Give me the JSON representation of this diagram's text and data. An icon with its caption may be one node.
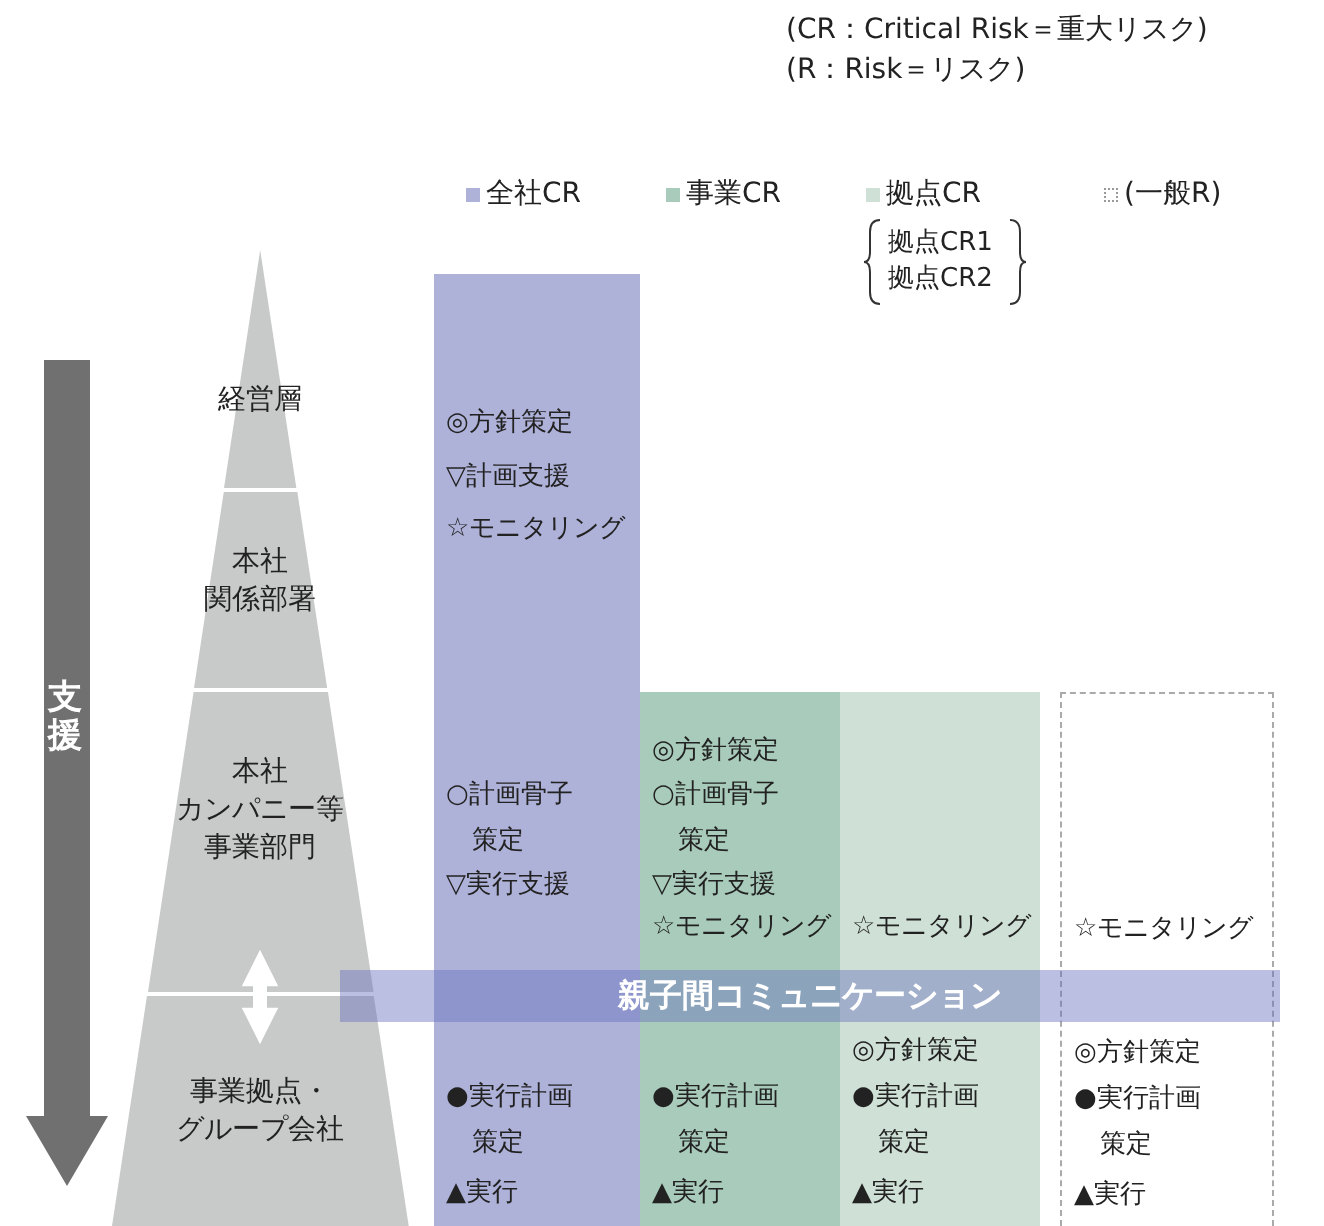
{
  "diagram": {
    "nodes": [
      {
        "text": [
          "経営層"
        ]
      },
      {
        "text": [
          "本社関係部署"
        ]
      },
      {
        "text": [
          "本社カンパニー等事業部門"
        ]
      },
      {
        "text": [
          "事業拠点・グループ会社"
        ]
      },
      {
        "text": [
          "◎方針策定",
          "▽計画支援",
          "☆モニタリング",
          "○計画骨子策定",
          "▽実行支援",
          "●実行計画策定",
          "▲実行"
        ]
      },
      {
        "text": [
          "◎方針策定",
          "○計画骨子策定",
          "▽実行支援",
          "☆モニタリング",
          "●実行計画策定",
          "▲実行"
        ]
      },
      {
        "text": [
          "☆モニタリング",
          "◎方針策定",
          "●実行計画策定",
          "▲実行"
        ]
      },
      {
        "text": [
          "☆モニタリング",
          "◎方針策定",
          "●実行計画策定",
          "▲実行"
        ]
      },
      {
        "text": [
          "親子間コミュニケーション"
        ]
      }
    ],
    "edges": [
      {
        "from": 2,
        "to": 3,
        "arrow": "both"
      }
    ],
    "labels": [
      "(CR：Critical Risk＝重大リスク)",
      "(R：Risk＝リスク)",
      "拠点CR1",
      "拠点CR2",
      "支援"
    ],
    "legend": [
      {
        "text": "全社CR",
        "color": "#aeb1d8"
      },
      {
        "text": "事業CR",
        "color": "#a9cbbb"
      },
      {
        "text": "拠点CR",
        "color": "#cfe0d6"
      },
      {
        "text": "(一般R)"
      }
    ]
  }
}
